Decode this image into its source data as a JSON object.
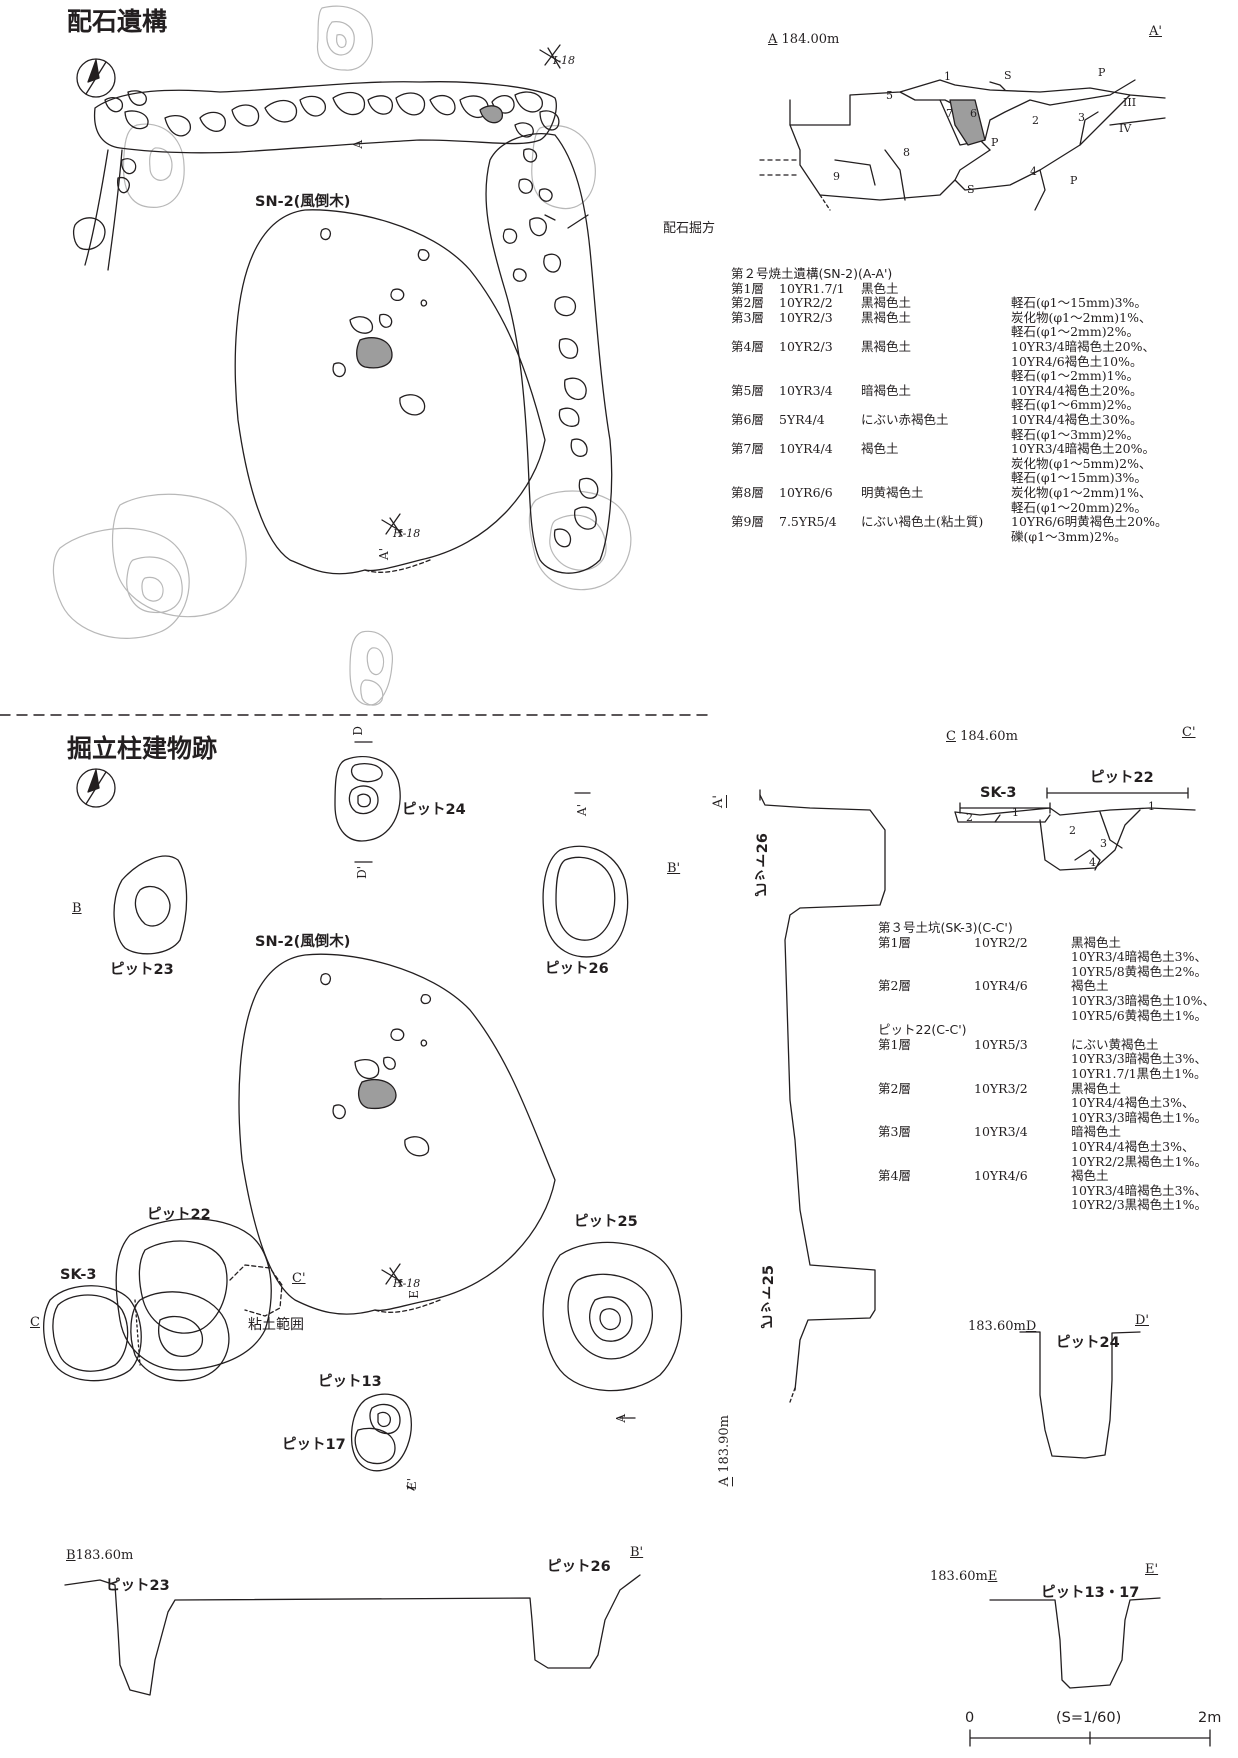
{
  "sections": {
    "top_title": "配石遺構",
    "bottom_title": "掘立柱建物跡"
  },
  "top_plan": {
    "feature_label": "SN-2(風倒木)",
    "stone_label": "配石掘方",
    "grid_mark_1": "I-18",
    "grid_mark_2": "H-18",
    "section_a": "A",
    "section_a2": "A'"
  },
  "top_section": {
    "start": "A",
    "elevation": "184.00m",
    "end": "A'",
    "layers": [
      "1",
      "2",
      "3",
      "4",
      "5",
      "6",
      "7",
      "8",
      "9"
    ],
    "soil_units": [
      "III",
      "IV"
    ],
    "marks": [
      "S",
      "P",
      "P",
      "P",
      "S"
    ]
  },
  "legend_sn2": {
    "title": "第２号焼土遺構(SN-2)(A-A')",
    "rows": [
      [
        "第1層",
        "10YR1.7/1",
        "黒色土",
        ""
      ],
      [
        "第2層",
        "10YR2/2",
        "黒褐色土",
        "軽石(φ1〜15mm)3%。"
      ],
      [
        "第3層",
        "10YR2/3",
        "黒褐色土",
        "炭化物(φ1〜2mm)1%、"
      ],
      [
        "",
        "",
        "",
        "軽石(φ1〜2mm)2%。"
      ],
      [
        "第4層",
        "10YR2/3",
        "黒褐色土",
        "10YR3/4暗褐色土20%、"
      ],
      [
        "",
        "",
        "",
        "10YR4/6褐色土10%。"
      ],
      [
        "",
        "",
        "",
        "軽石(φ1〜2mm)1%。"
      ],
      [
        "第5層",
        "10YR3/4",
        "暗褐色土",
        "10YR4/4褐色土20%。"
      ],
      [
        "",
        "",
        "",
        "軽石(φ1〜6mm)2%。"
      ],
      [
        "第6層",
        "5YR4/4",
        "にぶい赤褐色土",
        "10YR4/4褐色土30%。"
      ],
      [
        "",
        "",
        "",
        "軽石(φ1〜3mm)2%。"
      ],
      [
        "第7層",
        "10YR4/4",
        "褐色土",
        "10YR3/4暗褐色土20%。"
      ],
      [
        "",
        "",
        "",
        "炭化物(φ1〜5mm)2%、"
      ],
      [
        "",
        "",
        "",
        "軽石(φ1〜15mm)3%。"
      ],
      [
        "第8層",
        "10YR6/6",
        "明黄褐色土",
        "炭化物(φ1〜2mm)1%、"
      ],
      [
        "",
        "",
        "",
        "軽石(φ1〜20mm)2%。"
      ],
      [
        "第9層",
        "7.5YR5/4",
        "にぶい褐色土(粘土質)",
        "10YR6/6明黄褐色土20%。"
      ],
      [
        "",
        "",
        "",
        "礫(φ1〜3mm)2%。"
      ]
    ]
  },
  "bottom_plan": {
    "pit24": "ピット24",
    "pit23": "ピット23",
    "pit26": "ピット26",
    "pit22": "ピット22",
    "pit25": "ピット25",
    "pit13": "ピット13",
    "pit17": "ピット17",
    "sk3": "SK-3",
    "sn2": "SN-2(風倒木)",
    "clay": "粘土範囲",
    "grid_mark": "H-18",
    "b": "B",
    "b2": "B'",
    "c": "C",
    "c2": "C'",
    "d": "D",
    "d2": "D'",
    "e": "E",
    "e2": "E'",
    "a": "A",
    "a2": "A'"
  },
  "section_aa": {
    "label_a2": "A'",
    "pit26": "ピット26",
    "pit25": "ピット25",
    "label_a": "A",
    "elevation": "183.90m"
  },
  "section_cc": {
    "start": "C",
    "elevation": "184.60m",
    "end": "C'",
    "sk3": "SK-3",
    "pit22": "ピット22",
    "layers": [
      "1",
      "2",
      "1",
      "2",
      "3",
      "4"
    ]
  },
  "legend_cc": {
    "title1": "第３号土坑(SK-3)(C-C')",
    "rows1": [
      [
        "第1層",
        "10YR2/2",
        "黒褐色土"
      ],
      [
        "",
        "",
        "10YR3/4暗褐色土3%、"
      ],
      [
        "",
        "",
        "10YR5/8黄褐色土2%。"
      ],
      [
        "第2層",
        "10YR4/6",
        "褐色土"
      ],
      [
        "",
        "",
        "10YR3/3暗褐色土10%、"
      ],
      [
        "",
        "",
        "10YR5/6黄褐色土1%。"
      ]
    ],
    "title2": "ピット22(C-C')",
    "rows2": [
      [
        "第1層",
        "10YR5/3",
        "にぶい黄褐色土"
      ],
      [
        "",
        "",
        "10YR3/3暗褐色土3%、"
      ],
      [
        "",
        "",
        "10YR1.7/1黒色土1%。"
      ],
      [
        "第2層",
        "10YR3/2",
        "黒褐色土"
      ],
      [
        "",
        "",
        "10YR4/4褐色土3%、"
      ],
      [
        "",
        "",
        "10YR3/3暗褐色土1%。"
      ],
      [
        "第3層",
        "10YR3/4",
        "暗褐色土"
      ],
      [
        "",
        "",
        "10YR4/4褐色土3%、"
      ],
      [
        "",
        "",
        "10YR2/2黒褐色土1%。"
      ],
      [
        "第4層",
        "10YR4/6",
        "褐色土"
      ],
      [
        "",
        "",
        "10YR3/4暗褐色土3%、"
      ],
      [
        "",
        "",
        "10YR2/3黒褐色土1%。"
      ]
    ]
  },
  "section_dd": {
    "elevation": "183.60m",
    "start": "D",
    "end": "D'",
    "pit": "ピット24"
  },
  "section_bb": {
    "start": "B",
    "elevation": "183.60m",
    "end": "B'",
    "pit_left": "ピット23",
    "pit_right": "ピット26"
  },
  "section_ee": {
    "elevation": "183.60m",
    "start": "E",
    "end": "E'",
    "pit": "ピット13・17"
  },
  "scale": {
    "zero": "0",
    "ratio": "(S=1/60)",
    "max": "2m"
  }
}
